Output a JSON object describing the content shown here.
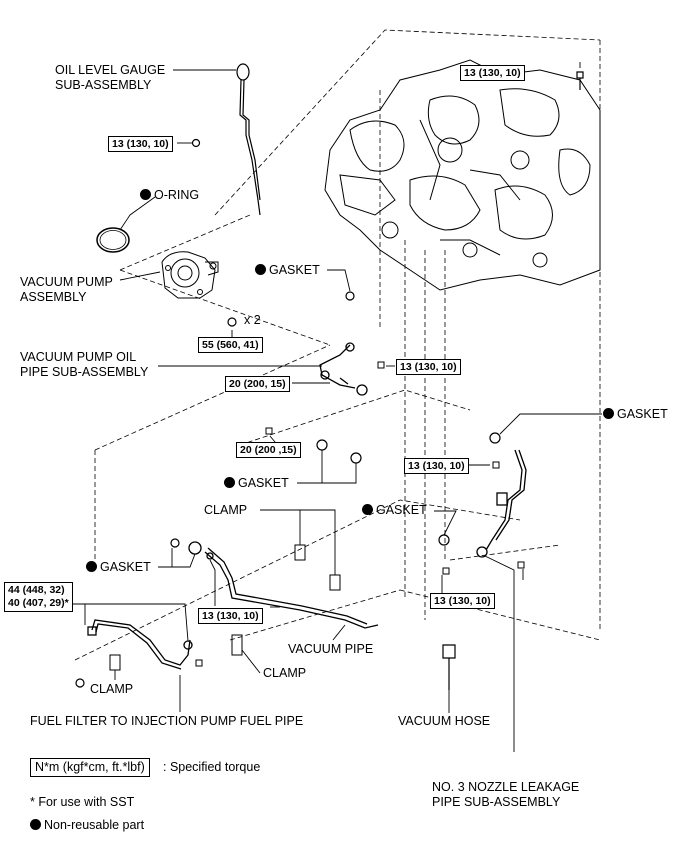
{
  "labels": {
    "oil_level_gauge": "OIL LEVEL GAUGE\nSUB-ASSEMBLY",
    "o_ring": "O-RING",
    "vacuum_pump_assembly": "VACUUM PUMP\nASSEMBLY",
    "gasket_top": "GASKET",
    "vacuum_pump_oil_pipe": "VACUUM PUMP OIL\nPIPE SUB-ASSEMBLY",
    "gasket_right": "GASKET",
    "gasket_mid": "GASKET",
    "gasket_center": "GASKET",
    "clamp_top": "CLAMP",
    "gasket_left": "GASKET",
    "vacuum_pipe": "VACUUM PIPE",
    "clamp_mid": "CLAMP",
    "clamp_left": "CLAMP",
    "fuel_filter_pipe": "FUEL FILTER TO INJECTION PUMP FUEL PIPE",
    "vacuum_hose": "VACUUM HOSE",
    "nozzle_leakage_pipe": "NO. 3 NOZZLE LEAKAGE\nPIPE SUB-ASSEMBLY",
    "x2": "x 2"
  },
  "torques": {
    "t_top_right": "13 (130, 10)",
    "t_gauge": "13 (130, 10)",
    "t_pump": "55 (560, 41)",
    "t_oil_pipe_bolt": "13 (130, 10)",
    "t_oil_pipe_union1": "20 (200, 15)",
    "t_oil_pipe_union2": "20 (200 ,15)",
    "t_nozzle": "13 (130, 10)",
    "t_fuel_a": "44 (448, 32)",
    "t_fuel_b": "40 (407, 29)*",
    "t_vac_pipe": "13 (130, 10)",
    "t_nozzle_bottom": "13 (130, 10)"
  },
  "legend": {
    "torque_unit": "N*m (kgf*cm, ft.*lbf)",
    "torque_desc": ": Specified torque",
    "sst_note": "* For use with SST",
    "non_reusable": "Non-reusable part"
  }
}
